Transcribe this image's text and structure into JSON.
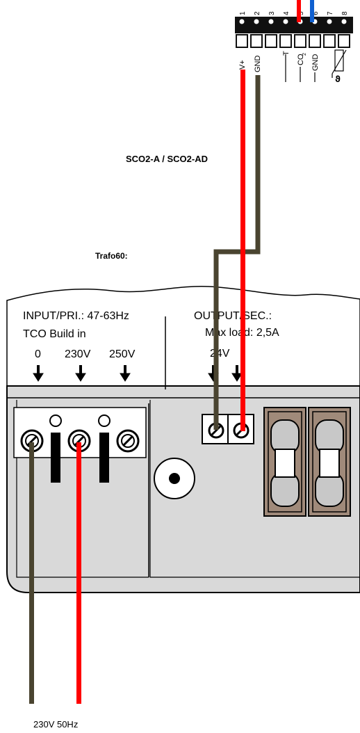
{
  "sensor": {
    "title": "SCO2-A / SCO2-AD",
    "terminal_numbers": [
      "1",
      "2",
      "3",
      "4",
      "5",
      "6",
      "7",
      "8"
    ],
    "terminal_labels": [
      "V+",
      "GND",
      "T",
      "CO",
      "2",
      "GND"
    ],
    "symbol_glyph": "ϑ"
  },
  "transformer": {
    "name": "Trafo60:",
    "input_line1": "INPUT/PRI.: 47-63Hz",
    "input_line2": "TCO Build in",
    "taps": [
      "0",
      "230V",
      "250V"
    ],
    "output_line1": "OUTPUT/SEC.:",
    "output_line2": "Max load: 2,5A",
    "output_voltage": "24V"
  },
  "supply": {
    "label": "230V 50Hz"
  },
  "colors": {
    "wire_red": "#ff0000",
    "wire_brown": "#4a4430",
    "wire_blue": "#1060d0",
    "housing": "#d9d9d9",
    "fuse": "#a08a7a"
  }
}
